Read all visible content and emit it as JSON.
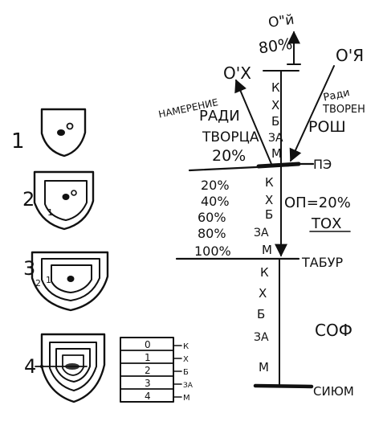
{
  "figures": {
    "fig1": {
      "number": "1"
    },
    "fig2": {
      "number": "2",
      "inner": "1"
    },
    "fig3": {
      "number": "3",
      "ring_a": "2",
      "ring_b": "1"
    },
    "fig4": {
      "number": "4"
    }
  },
  "scale_table": {
    "rows": [
      "0",
      "1",
      "2",
      "3",
      "4"
    ],
    "letters": [
      "К",
      "Х",
      "Б",
      "ЗА",
      "М"
    ]
  },
  "top": {
    "oy_top": "О\"й",
    "percent_80": "80%",
    "ox": "О'Х",
    "oya": "О'Я"
  },
  "left_labels": {
    "line1": "НАМЕРЕНИЕ",
    "line2": "РАДИ",
    "line3": "ТВОРЦА",
    "line4": "20%"
  },
  "right_labels": {
    "line1": "Ради",
    "line2": "ТВОРЕН",
    "line3": "РОШ"
  },
  "upper_letters": [
    "К",
    "Х",
    "Б",
    "ЗА",
    "М"
  ],
  "pe_label": "ПЭ",
  "percent_column": [
    "20%",
    "40%",
    "60%",
    "80%",
    "100%"
  ],
  "middle_letters": [
    "К",
    "Х",
    "Б",
    "ЗА",
    "М"
  ],
  "op_label": "ОП=20%",
  "tox_label": "ТОХ",
  "tabur_label": "ТАБУР",
  "lower_letters": [
    "К",
    "Х",
    "Б",
    "ЗА",
    "М"
  ],
  "sof_label": "СОФ",
  "sium_label": "СИЮМ"
}
